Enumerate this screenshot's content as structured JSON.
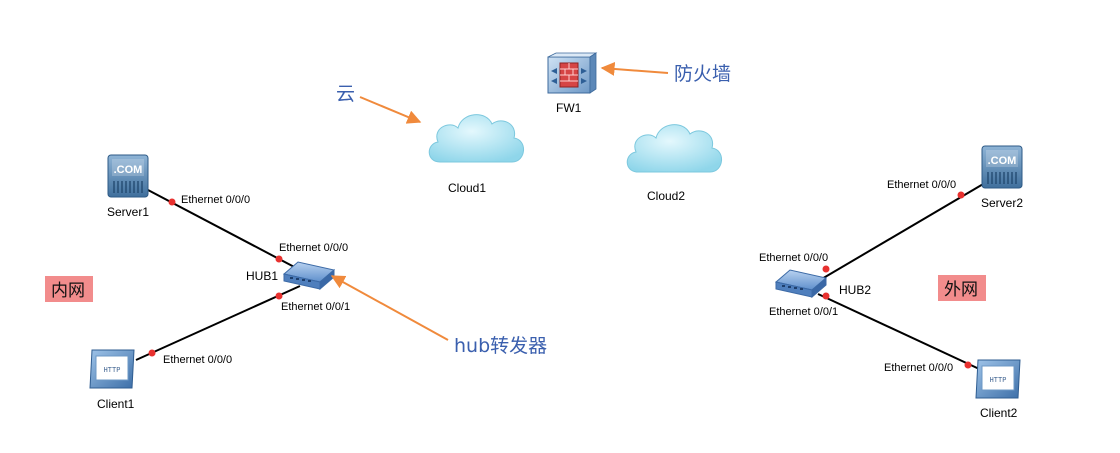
{
  "colors": {
    "link": "#000000",
    "port_dot": "#e8312f",
    "annotation_arrow": "#f08a3c",
    "annotation_text": "#3a5fae",
    "zone_fill": "#f28c8c",
    "cloud_fill": "#a8e4f2",
    "hub_body": "#7aa4d8"
  },
  "devices": {
    "server1": {
      "label": "Server1",
      "icon": "server-com-icon",
      "icon_text": ".COM"
    },
    "server2": {
      "label": "Server2",
      "icon": "server-com-icon",
      "icon_text": ".COM"
    },
    "client1": {
      "label": "Client1",
      "icon": "http-client-icon",
      "icon_text": "HTTP"
    },
    "client2": {
      "label": "Client2",
      "icon": "http-client-icon",
      "icon_text": "HTTP"
    },
    "hub1": {
      "label": "HUB1",
      "icon": "hub-icon"
    },
    "hub2": {
      "label": "HUB2",
      "icon": "hub-icon"
    },
    "fw1": {
      "label": "FW1",
      "icon": "firewall-icon"
    },
    "cloud1": {
      "label": "Cloud1",
      "icon": "cloud-icon"
    },
    "cloud2": {
      "label": "Cloud2",
      "icon": "cloud-icon"
    }
  },
  "ports": {
    "server1_port": "Ethernet 0/0/0",
    "hub1_p0": "Ethernet 0/0/0",
    "hub1_p1": "Ethernet 0/0/1",
    "client1_port": "Ethernet 0/0/0",
    "server2_port": "Ethernet 0/0/0",
    "hub2_p0": "Ethernet 0/0/0",
    "hub2_p1": "Ethernet 0/0/1",
    "client2_port": "Ethernet 0/0/0"
  },
  "annotations": {
    "cloud": "云",
    "firewall": "防火墙",
    "hub": "hub转发器"
  },
  "zones": {
    "internal": "内网",
    "external": "外网"
  }
}
